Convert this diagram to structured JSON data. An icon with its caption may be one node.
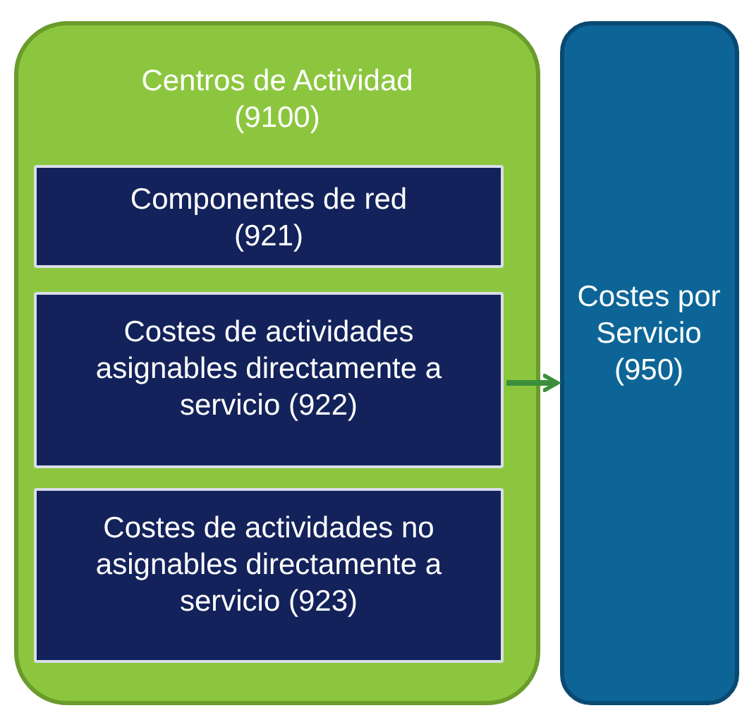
{
  "diagram": {
    "nodes": [
      {
        "text": [
          "Centros de Actividad (9100)"
        ]
      },
      {
        "text": [
          "Componentes de red (921)"
        ],
        "in": 0
      },
      {
        "text": [
          "Costes de actividades asignables directamente a servicio (922)"
        ],
        "in": 0
      },
      {
        "text": [
          "Costes de actividades no asignables directamente a servicio (923)"
        ],
        "in": 0
      },
      {
        "text": [
          "Costes por Servicio (950)"
        ]
      }
    ],
    "edges": [
      {
        "from": 2,
        "to": 4,
        "arrow": "to"
      }
    ]
  }
}
